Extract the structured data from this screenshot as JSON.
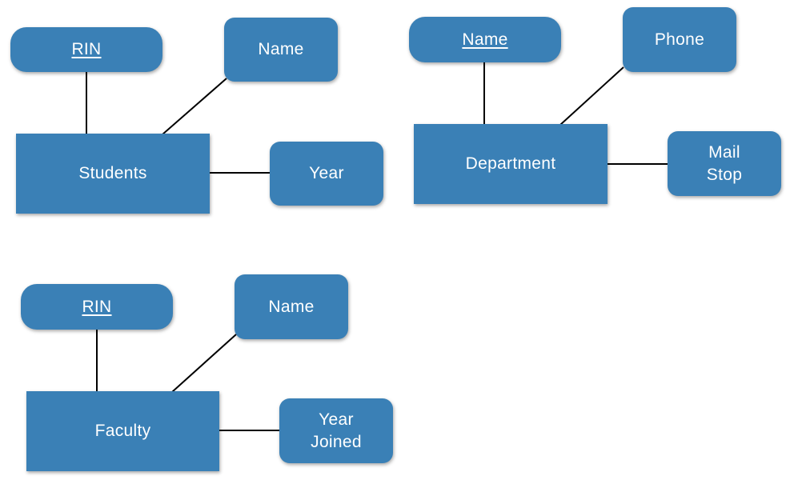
{
  "colors": {
    "shape_fill": "#3a80b6",
    "text": "#ffffff",
    "connector": "#000000"
  },
  "entities": [
    {
      "id": "students",
      "label": "Students",
      "attributes": [
        {
          "id": "students-rin",
          "lines": [
            "RIN"
          ],
          "key": true
        },
        {
          "id": "students-name",
          "lines": [
            "Name"
          ],
          "key": false
        },
        {
          "id": "students-year",
          "lines": [
            "Year"
          ],
          "key": false
        }
      ]
    },
    {
      "id": "department",
      "label": "Department",
      "attributes": [
        {
          "id": "department-name",
          "lines": [
            "Name"
          ],
          "key": true
        },
        {
          "id": "department-phone",
          "lines": [
            "Phone"
          ],
          "key": false
        },
        {
          "id": "department-mail-stop",
          "lines": [
            "Mail",
            "Stop"
          ],
          "key": false
        }
      ]
    },
    {
      "id": "faculty",
      "label": "Faculty",
      "attributes": [
        {
          "id": "faculty-rin",
          "lines": [
            "RIN"
          ],
          "key": true
        },
        {
          "id": "faculty-name",
          "lines": [
            "Name"
          ],
          "key": false
        },
        {
          "id": "faculty-year-joined",
          "lines": [
            "Year",
            "Joined"
          ],
          "key": false
        }
      ]
    }
  ]
}
